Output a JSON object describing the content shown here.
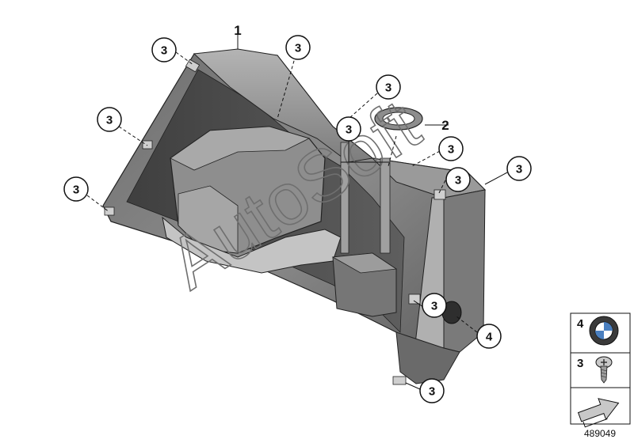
{
  "watermark": "AutoSoft",
  "callouts": [
    {
      "id": "c1",
      "number": "1"
    },
    {
      "id": "c2",
      "number": "2"
    },
    {
      "id": "c3a",
      "number": "3"
    },
    {
      "id": "c3b",
      "number": "3"
    },
    {
      "id": "c3c",
      "number": "3"
    },
    {
      "id": "c3d",
      "number": "3"
    },
    {
      "id": "c3e",
      "number": "3"
    },
    {
      "id": "c3f",
      "number": "3"
    },
    {
      "id": "c3g",
      "number": "3"
    },
    {
      "id": "c3h",
      "number": "3"
    },
    {
      "id": "c3i",
      "number": "3"
    },
    {
      "id": "c3j",
      "number": "3"
    },
    {
      "id": "c3k",
      "number": "3"
    },
    {
      "id": "c4",
      "number": "4"
    }
  ],
  "legend": {
    "items": [
      {
        "number": "4",
        "icon": "emblem-badge-icon"
      },
      {
        "number": "3",
        "icon": "torx-screw-icon"
      },
      {
        "number": "",
        "icon": "direction-arrow-icon"
      }
    ],
    "diagram_number": "489049"
  }
}
